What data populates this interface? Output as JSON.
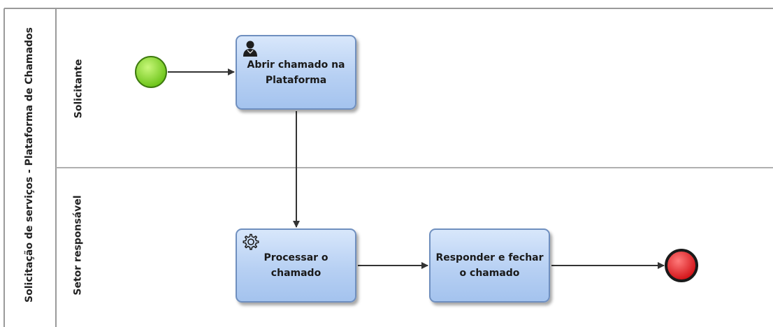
{
  "pool": {
    "label": "Solicitação de serviços - Plataforma de Chamados"
  },
  "lanes": [
    {
      "label": "Solicitante"
    },
    {
      "label": "Setor responsável"
    }
  ],
  "events": {
    "start": {
      "color": "#7ed321"
    },
    "end": {
      "color": "#e8262a"
    }
  },
  "tasks": [
    {
      "label": "Abrir chamado na Plataforma",
      "icon": "user-icon"
    },
    {
      "label": "Processar o chamado",
      "icon": "gear-icon"
    },
    {
      "label": "Responder e fechar o chamado"
    }
  ]
}
